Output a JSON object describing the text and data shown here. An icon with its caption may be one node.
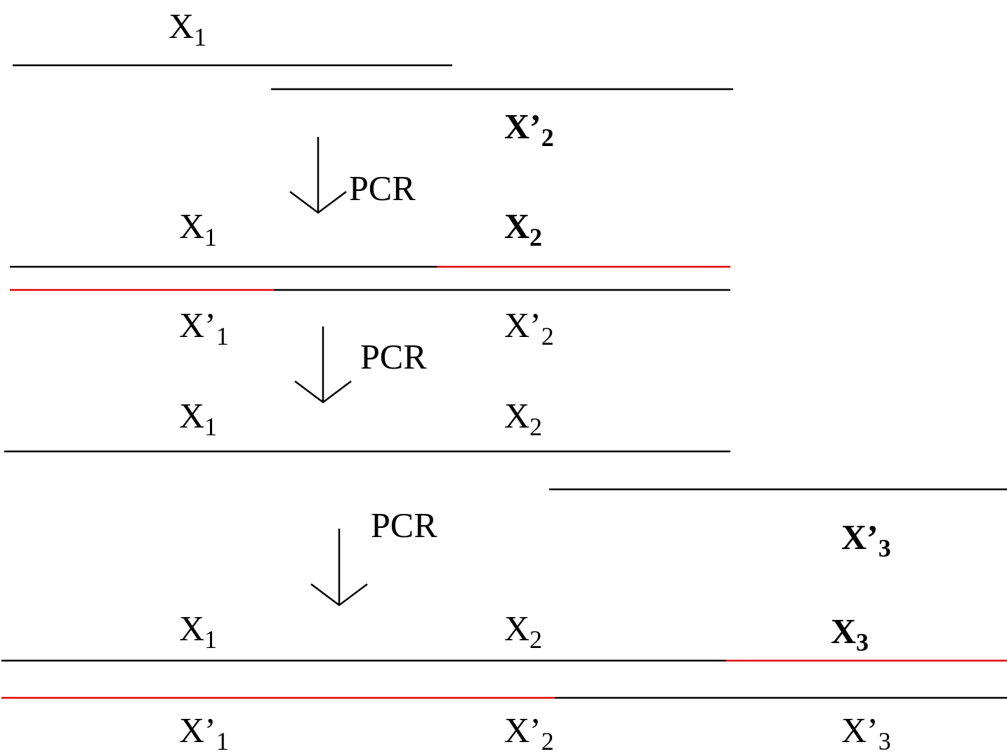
{
  "diagram": {
    "labels": [
      "X$_{1}$",
      "X’$_{2}$",
      "PCR",
      "X$_{1}$",
      "X$_{2}$",
      "X’$_{1}$",
      "X’$_{2}$",
      "PCR",
      "X$_{1}$",
      "X$_{2}$",
      "PCR",
      "X’$_{3}$",
      "X$_{1}$",
      "X$_{2}$",
      "X$_{3}$",
      "X’$_{1}$",
      "X’$_{2}$",
      "X’$_{3}$"
    ]
  }
}
